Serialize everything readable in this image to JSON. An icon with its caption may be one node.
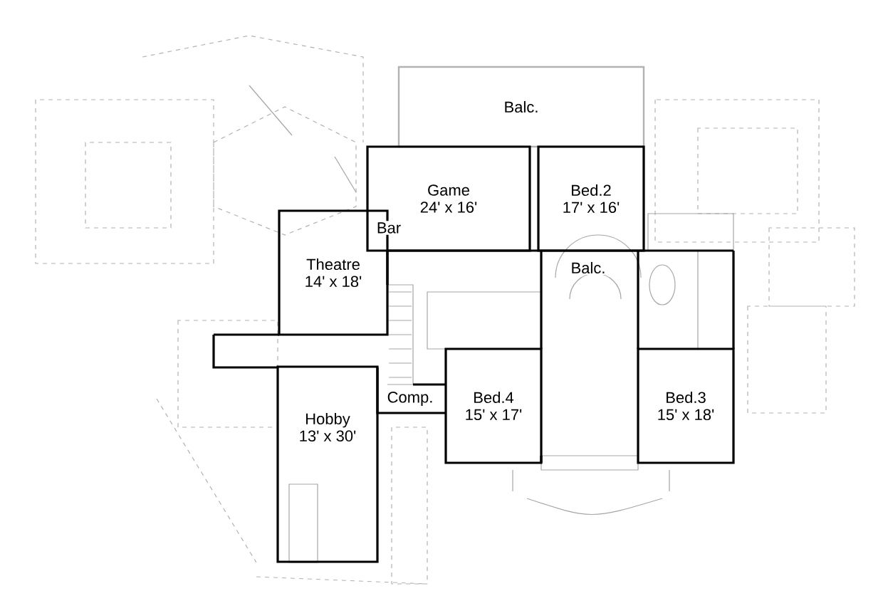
{
  "diagram": {
    "nodes": [
      {
        "text": [
          "Balc."
        ]
      },
      {
        "text": [
          "Game",
          "24' x 16'"
        ]
      },
      {
        "text": [
          "Bed.2",
          "17' x 16'"
        ]
      },
      {
        "text": [
          "Theatre",
          "14' x 18'"
        ]
      },
      {
        "text": [
          "Bed.4",
          "15' x 17'"
        ]
      },
      {
        "text": [
          "Bed.3",
          "15' x 18'"
        ]
      },
      {
        "text": [
          "Hobby",
          "13' x 30'"
        ]
      }
    ],
    "labels": [
      "Bar",
      "Balc.",
      "Comp."
    ]
  }
}
